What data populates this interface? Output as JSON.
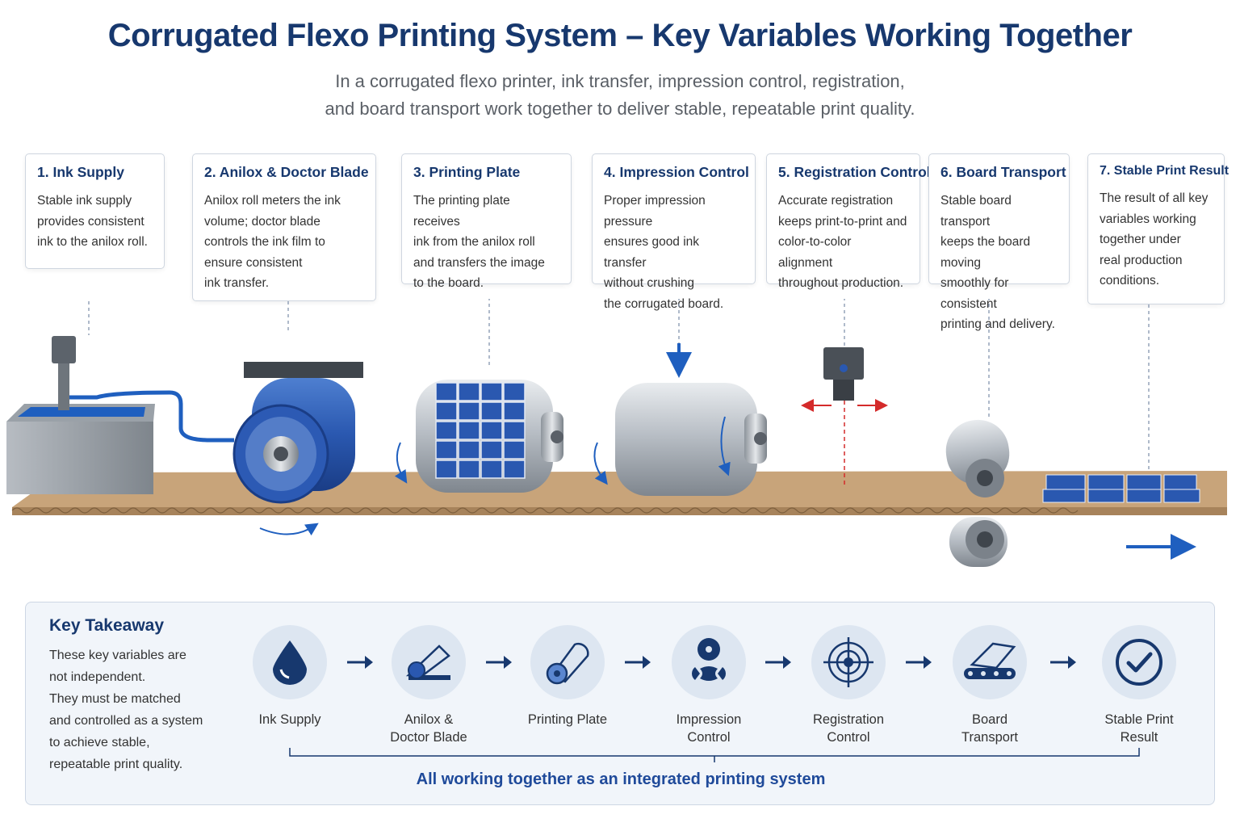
{
  "header": {
    "title": "Corrugated Flexo Printing System – Key Variables Working Together",
    "subtitle_line1": "In a corrugated flexo printer, ink transfer, impression control, registration,",
    "subtitle_line2": "and board transport work together to deliver stable, repeatable print quality."
  },
  "cards": [
    {
      "title": "1. Ink Supply",
      "lines": [
        "Stable ink supply",
        "provides consistent",
        "ink to the anilox roll."
      ]
    },
    {
      "title": "2. Anilox & Doctor Blade",
      "lines": [
        "Anilox roll meters the ink",
        "volume; doctor blade",
        "controls the ink film to",
        "ensure consistent",
        "ink transfer."
      ]
    },
    {
      "title": "3. Printing Plate",
      "lines": [
        "The printing plate receives",
        "ink from the anilox roll",
        "and transfers the image",
        "to the board."
      ]
    },
    {
      "title": "4. Impression Control",
      "lines": [
        "Proper impression pressure",
        "ensures good ink transfer",
        "without crushing",
        "the corrugated board."
      ]
    },
    {
      "title": "5. Registration Control",
      "lines": [
        "Accurate registration",
        "keeps print-to-print and",
        "color-to-color alignment",
        "throughout production."
      ]
    },
    {
      "title": "6. Board Transport",
      "lines": [
        "Stable board transport",
        "keeps the board moving",
        "smoothly for consistent",
        "printing and delivery."
      ]
    },
    {
      "title": "7. Stable Print Result",
      "lines": [
        "The result of all key",
        "variables working",
        "together under",
        "real production",
        "conditions."
      ]
    }
  ],
  "takeaway": {
    "heading": "Key Takeaway",
    "lines": [
      "These key variables are",
      "not independent.",
      "They must be matched",
      "and controlled as a system",
      "to achieve stable,",
      "repeatable print quality."
    ],
    "steps": [
      {
        "line1": "Ink Supply",
        "line2": "",
        "icon": "ink-drop-icon"
      },
      {
        "line1": "Anilox &",
        "line2": "Doctor Blade",
        "icon": "anilox-blade-icon"
      },
      {
        "line1": "Printing Plate",
        "line2": "",
        "icon": "printing-plate-icon"
      },
      {
        "line1": "Impression",
        "line2": "Control",
        "icon": "impression-icon"
      },
      {
        "line1": "Registration",
        "line2": "Control",
        "icon": "target-icon"
      },
      {
        "line1": "Board",
        "line2": "Transport",
        "icon": "conveyor-icon"
      },
      {
        "line1": "Stable Print",
        "line2": "Result",
        "icon": "check-circle-icon"
      }
    ],
    "together": "All working together as an integrated printing system"
  },
  "colors": {
    "navy": "#17386e",
    "accent_blue": "#1f5fbf",
    "board": "#c8a47a",
    "registration_red": "#d42a2a"
  }
}
